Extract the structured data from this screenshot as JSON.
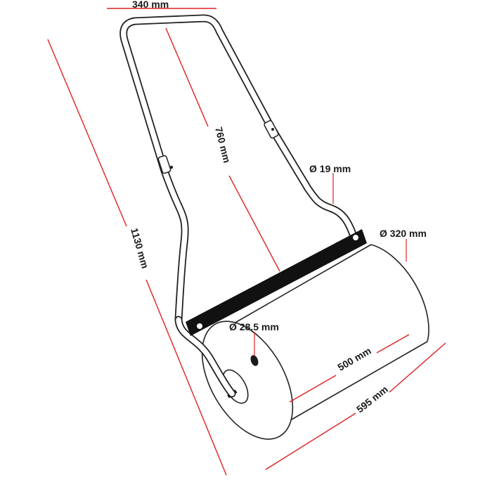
{
  "dimensions": {
    "handle_width": "340 mm",
    "handle_length": "760 mm",
    "overall_length": "1130 mm",
    "tube_diameter": "Ø 19 mm",
    "drum_diameter": "Ø 320 mm",
    "fill_hole_diameter": "Ø 28.5 mm",
    "drum_width": "500 mm",
    "overall_width": "595 mm"
  },
  "colors": {
    "dimension_line": "#e02020",
    "outline": "#222222",
    "bracket": "#111111",
    "background": "#ffffff"
  }
}
